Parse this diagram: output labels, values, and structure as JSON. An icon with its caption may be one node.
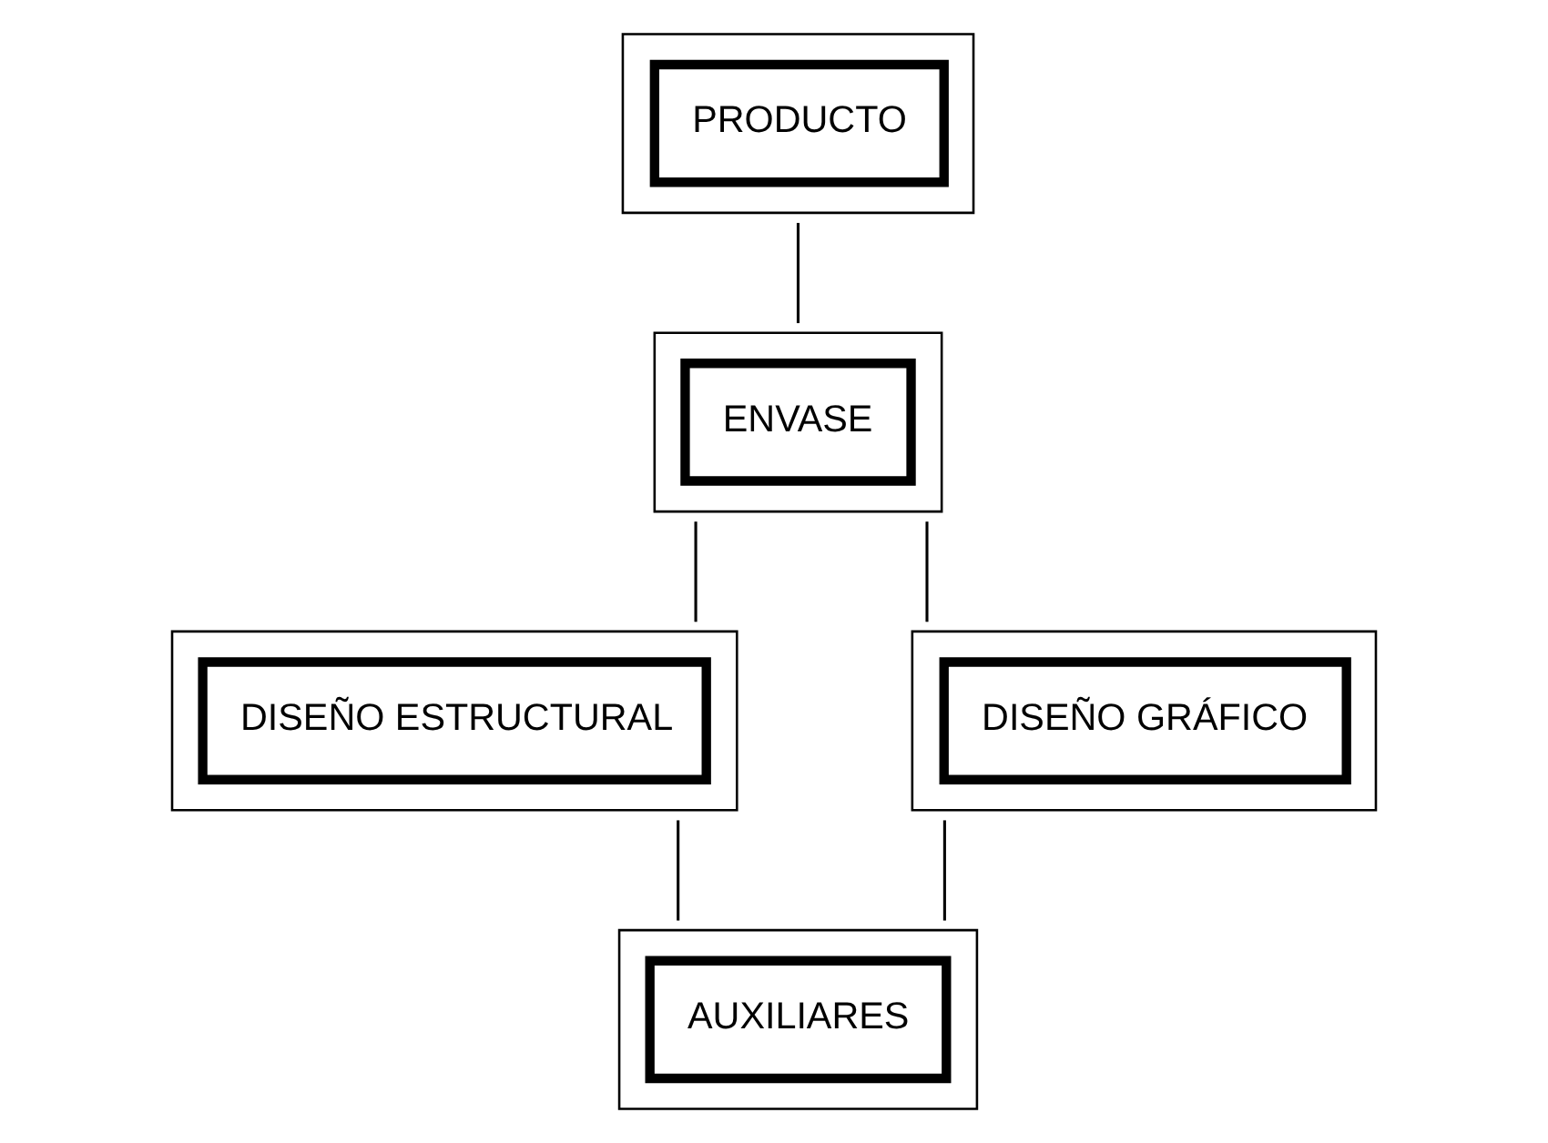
{
  "diagram": {
    "nodes": [
      {
        "text": [
          "PRODUCTO"
        ]
      },
      {
        "text": [
          "ENVASE"
        ]
      },
      {
        "text": [
          "DISEÑO ESTRUCTURAL"
        ]
      },
      {
        "text": [
          "DISEÑO GRÁFICO"
        ]
      },
      {
        "text": [
          "AUXILIARES"
        ]
      }
    ],
    "edges": [
      {
        "from": 0,
        "to": 1,
        "arrow": "none"
      },
      {
        "from": 1,
        "to": 2,
        "arrow": "none"
      },
      {
        "from": 1,
        "to": 3,
        "arrow": "none"
      },
      {
        "from": 2,
        "to": 4,
        "arrow": "none"
      },
      {
        "from": 3,
        "to": 4,
        "arrow": "none"
      }
    ]
  }
}
